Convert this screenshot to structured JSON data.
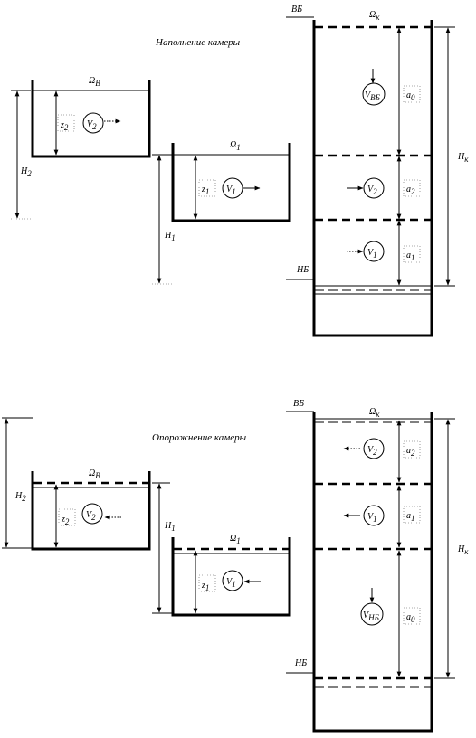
{
  "filling": {
    "title": "Наполнение камеры",
    "upper_chamber": {
      "omega": "Ω",
      "omega_sub": "В",
      "z": "z",
      "z_sub": "2",
      "v": "V",
      "v_sub": "2",
      "h": "H",
      "h_sub": "2"
    },
    "lower_chamber": {
      "omega": "Ω",
      "omega_sub": "1",
      "z": "z",
      "z_sub": "1",
      "v": "V",
      "v_sub": "1",
      "h": "H",
      "h_sub": "1"
    },
    "lock": {
      "upper_level": "ВБ",
      "lower_level": "НБ",
      "omega": "Ω",
      "omega_sub": "к",
      "h": "H",
      "h_sub": "к",
      "segments": [
        {
          "v": "V",
          "v_sub": "ВБ",
          "a": "a",
          "a_sub": "0"
        },
        {
          "v": "V",
          "v_sub": "2",
          "a": "a",
          "a_sub": "2"
        },
        {
          "v": "V",
          "v_sub": "1",
          "a": "a",
          "a_sub": "1"
        }
      ]
    }
  },
  "emptying": {
    "title": "Опорожнение камеры",
    "upper_chamber": {
      "omega": "Ω",
      "omega_sub": "В",
      "z": "z",
      "z_sub": "2",
      "v": "V",
      "v_sub": "2",
      "h": "H",
      "h_sub": "2"
    },
    "lower_chamber": {
      "omega": "Ω",
      "omega_sub": "1",
      "z": "z",
      "z_sub": "1",
      "v": "V",
      "v_sub": "1",
      "h": "H",
      "h_sub": "1"
    },
    "lock": {
      "upper_level": "ВБ",
      "lower_level": "НБ",
      "omega": "Ω",
      "omega_sub": "к",
      "h": "H",
      "h_sub": "к",
      "segments": [
        {
          "v": "V",
          "v_sub": "2",
          "a": "a",
          "a_sub": "2"
        },
        {
          "v": "V",
          "v_sub": "1",
          "a": "a",
          "a_sub": "1"
        },
        {
          "v": "V",
          "v_sub": "НБ",
          "a": "a",
          "a_sub": "0"
        }
      ]
    }
  }
}
